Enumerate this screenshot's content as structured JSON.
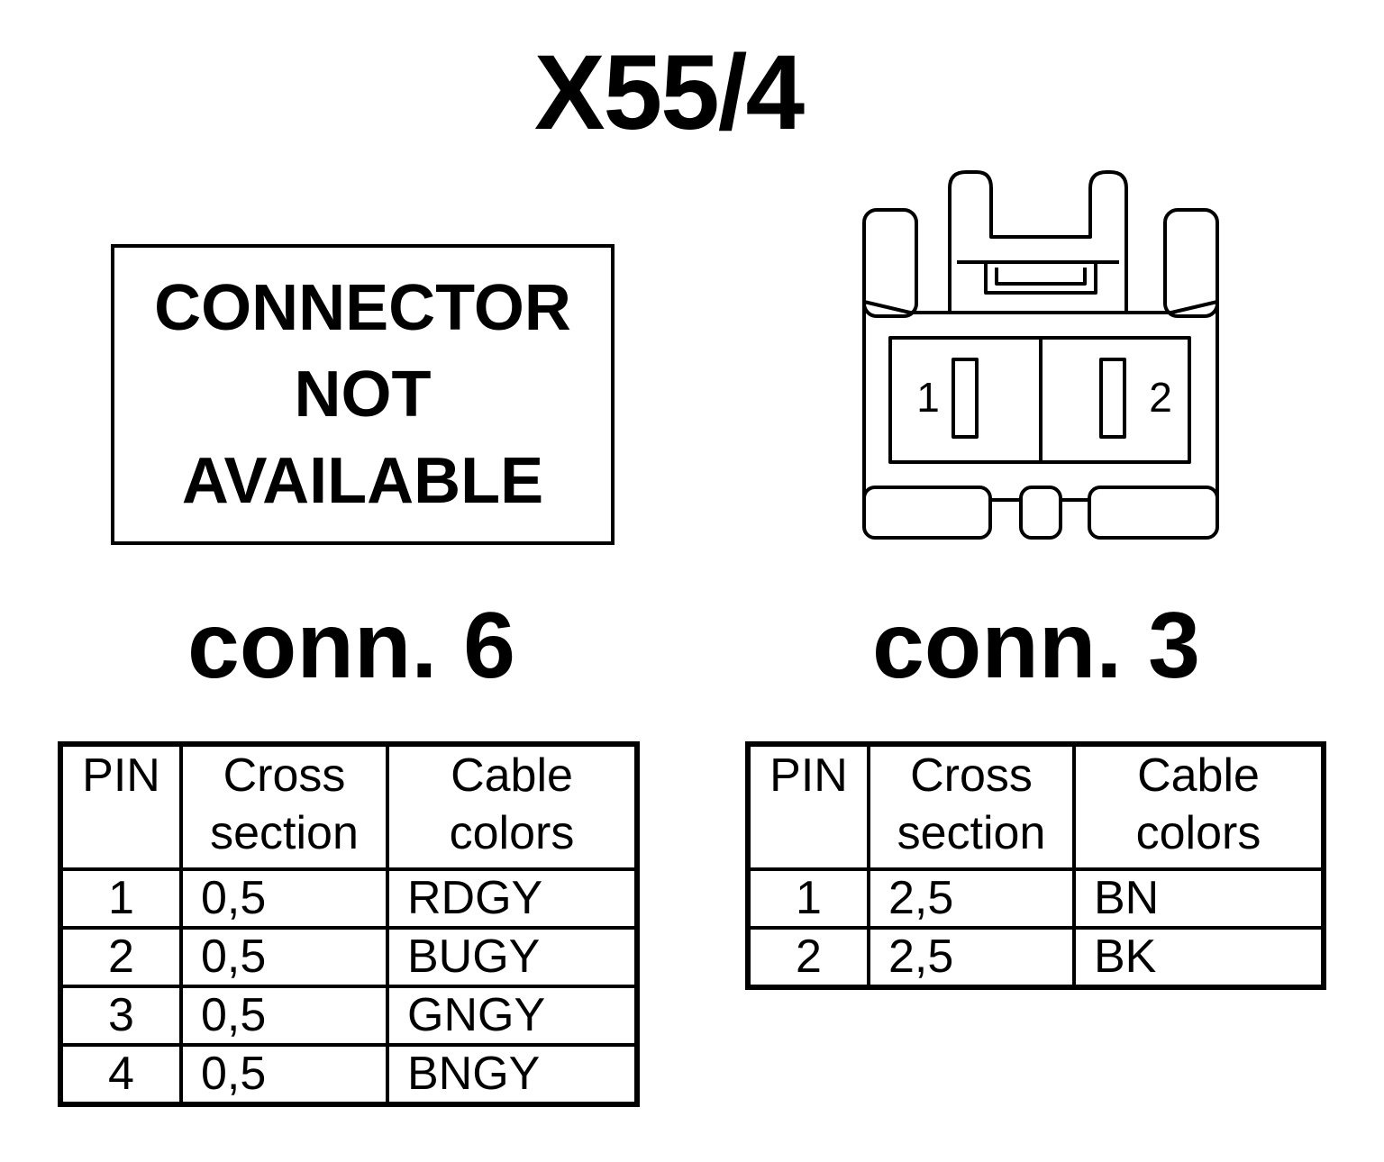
{
  "title": "X55/4",
  "left_connector": {
    "placeholder_lines": [
      "CONNECTOR",
      "NOT",
      "AVAILABLE"
    ],
    "label": "conn. 6",
    "table": {
      "headers": {
        "pin": "PIN",
        "cross_section": [
          "Cross",
          "section"
        ],
        "cable_colors": [
          "Cable",
          "colors"
        ]
      },
      "rows": [
        {
          "pin": "1",
          "cross_section": "0,5",
          "color": "RDGY"
        },
        {
          "pin": "2",
          "cross_section": "0,5",
          "color": "BUGY"
        },
        {
          "pin": "3",
          "cross_section": "0,5",
          "color": "GNGY"
        },
        {
          "pin": "4",
          "cross_section": "0,5",
          "color": "BNGY"
        }
      ]
    }
  },
  "right_connector": {
    "drawing_pin_labels": [
      "1",
      "2"
    ],
    "label": "conn. 3",
    "table": {
      "headers": {
        "pin": "PIN",
        "cross_section": [
          "Cross",
          "section"
        ],
        "cable_colors": [
          "Cable",
          "colors"
        ]
      },
      "rows": [
        {
          "pin": "1",
          "cross_section": "2,5",
          "color": "BN"
        },
        {
          "pin": "2",
          "cross_section": "2,5",
          "color": "BK"
        }
      ]
    }
  }
}
